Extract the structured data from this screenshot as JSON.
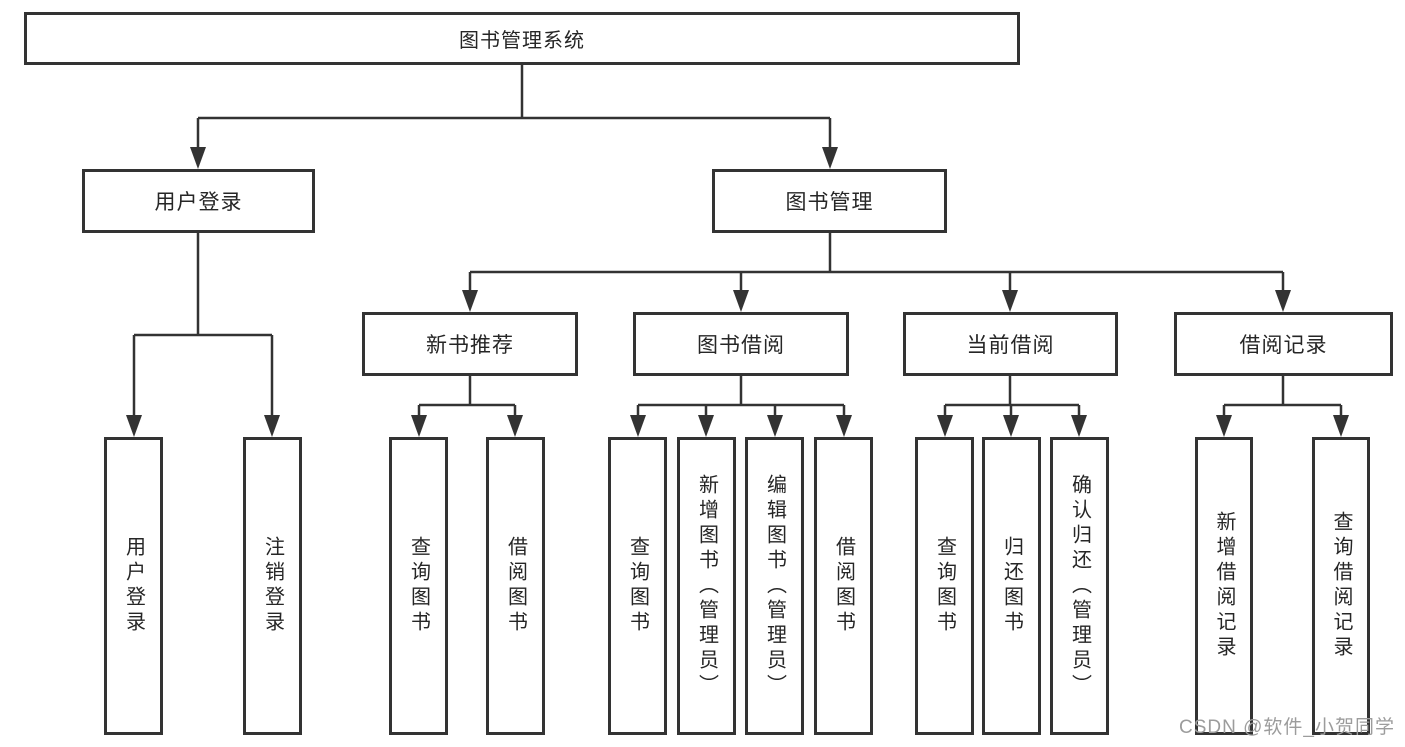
{
  "diagram": {
    "root": "图书管理系统",
    "level2": [
      "用户登录",
      "图书管理"
    ],
    "level3": [
      "新书推荐",
      "图书借阅",
      "当前借阅",
      "借阅记录"
    ],
    "leaves_login": [
      "用户登录",
      "注销登录"
    ],
    "leaves_newbook": [
      "查询图书",
      "借阅图书"
    ],
    "leaves_borrow": [
      "查询图书",
      "新增图书（管理员）",
      "编辑图书（管理员）",
      "借阅图书"
    ],
    "leaves_current": [
      "查询图书",
      "归还图书",
      "确认归还（管理员）"
    ],
    "leaves_record": [
      "新增借阅记录",
      "查询借阅记录"
    ]
  },
  "watermark": {
    "text": "CSDN @软件_小贺同学"
  },
  "colors": {
    "line": "#333333",
    "text": "#262626",
    "watermark": "#9c9c9c",
    "background": "#ffffff"
  }
}
